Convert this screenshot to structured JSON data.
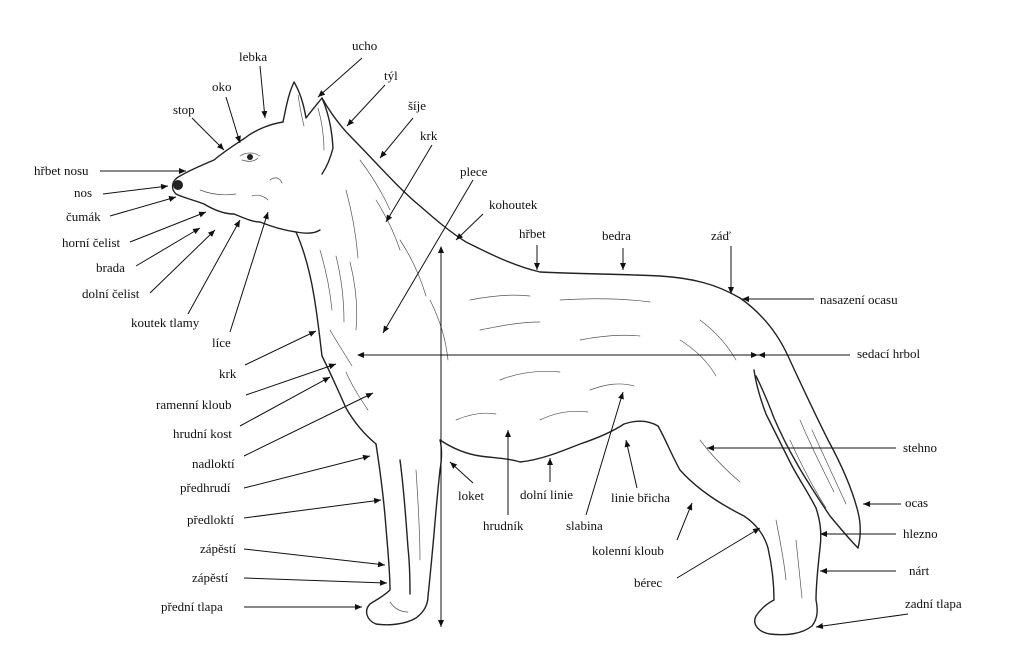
{
  "diagram": {
    "labels": {
      "ucho": "ucho",
      "lebka": "lebka",
      "tyl": "týl",
      "oko": "oko",
      "sije": "šíje",
      "stop": "stop",
      "krk_upper": "krk",
      "hrbet_nosu": "hřbet nosu",
      "plece": "plece",
      "nos": "nos",
      "cumak": "čumák",
      "kohoutek": "kohoutek",
      "horni_celist": "horní čelist",
      "hrbet": "hřbet",
      "bedra": "bedra",
      "zad": "záď",
      "brada": "brada",
      "dolni_celist": "dolní čelist",
      "nasazeni_ocasu": "nasazení ocasu",
      "koutek_tlamy": "koutek tlamy",
      "lice": "líce",
      "sedaci_hrbol": "sedací hrbol",
      "krk_lower": "krk",
      "ramenni_kloub": "ramenní kloub",
      "hrudni_kost": "hrudní kost",
      "stehno": "stehno",
      "nadlokti": "nadloktí",
      "predhrudi": "předhrudí",
      "loket": "loket",
      "dolni_linie": "dolní linie",
      "linie_bricha": "linie břicha",
      "ocas": "ocas",
      "predlokti": "předloktí",
      "hrudnik": "hrudník",
      "slabina": "slabina",
      "hlezno": "hlezno",
      "zapesti_1": "zápěstí",
      "kolenni_kloub": "kolenní kloub",
      "nart": "nárt",
      "zapesti_2": "zápěstí",
      "berec": "bérec",
      "predni_tlapa": "přední tlapa",
      "zadni_tlapa": "zadní tlapa"
    }
  }
}
